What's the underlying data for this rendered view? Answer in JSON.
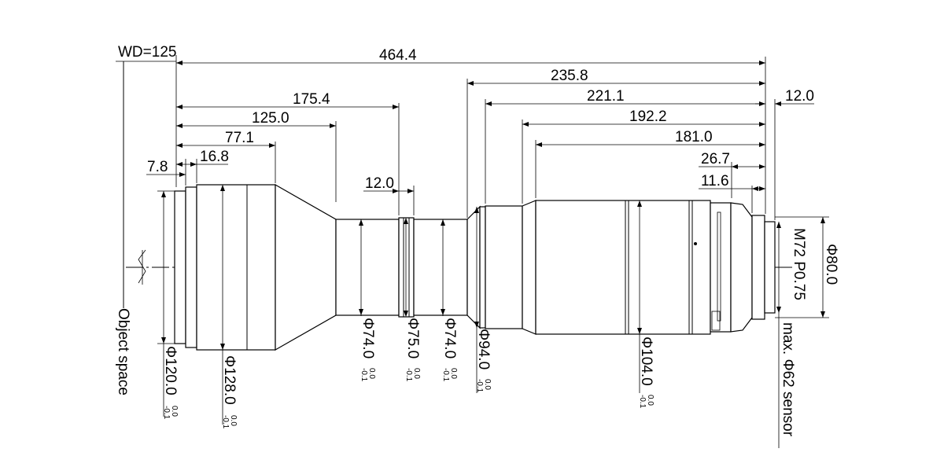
{
  "dimensions": {
    "wd": "WD=125",
    "total_length": "464.4",
    "d235": "235.8",
    "d221": "221.1",
    "d192": "192.2",
    "d181": "181.0",
    "d175": "175.4",
    "d125": "125.0",
    "d77": "77.1",
    "d26": "26.7",
    "d16": "16.8",
    "d11": "11.6",
    "d7": "7.8",
    "d12_mid": "12.0",
    "d12_back": "12.0"
  },
  "diameters": [
    {
      "label": "Φ120.0",
      "tol_upper": "0.0",
      "tol_lower": "-0.1"
    },
    {
      "label": "Φ128.0",
      "tol_upper": "0.0",
      "tol_lower": "-0.1"
    },
    {
      "label": "Φ74.0",
      "tol_upper": "0.0",
      "tol_lower": "-0.1"
    },
    {
      "label": "Φ75.0",
      "tol_upper": "0.0",
      "tol_lower": "-0.1"
    },
    {
      "label": "Φ74.0",
      "tol_upper": "0.0",
      "tol_lower": "-0.1"
    },
    {
      "label": "Φ94.0",
      "tol_upper": "0.0",
      "tol_lower": "-0.1"
    },
    {
      "label": "Φ104.0",
      "tol_upper": "0.0",
      "tol_lower": "-0.1"
    }
  ],
  "side_labels": {
    "object_space": "Object space",
    "thread": "M72 P0.75",
    "flange_dia": "Φ80.0",
    "sensor": "max. Φ62 sensor"
  }
}
